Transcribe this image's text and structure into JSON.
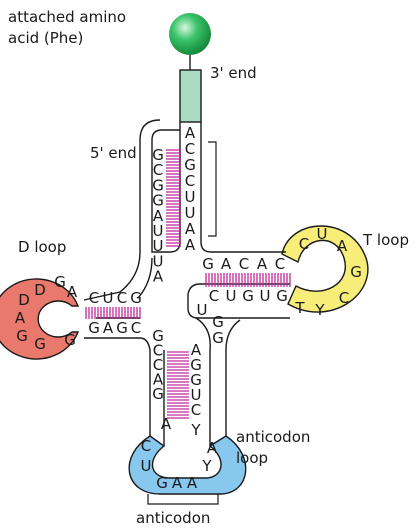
{
  "colors": {
    "amino_acid": "#3cc46a",
    "acceptor_stem": "#a8dcc0",
    "d_loop": "#e8796c",
    "t_loop": "#f7ee7a",
    "anticodon_loop": "#88c8ee",
    "hydrogen_bond": "#c0289a",
    "outline": "#1a1a1a"
  },
  "labels": {
    "amino_acid_line1": "attached amino",
    "amino_acid_line2": "acid (Phe)",
    "three_prime_end": "3' end",
    "five_prime_end": "5' end",
    "d_loop": "D loop",
    "t_loop": "T loop",
    "anticodon_loop_line1": "anticodon",
    "anticodon_loop_line2": "loop",
    "anticodon": "anticodon"
  },
  "bases": {
    "acceptor_3prime": [
      "A",
      "C",
      "G",
      "C",
      "U",
      "U",
      "A",
      "A"
    ],
    "acceptor_5prime": [
      "G",
      "C",
      "G",
      "G",
      "A",
      "U",
      "U",
      "U",
      "A"
    ],
    "d_stem_top": [
      "C",
      "U",
      "C",
      "G"
    ],
    "d_stem_bottom": [
      "G",
      "A",
      "G",
      "C"
    ],
    "d_loop": [
      "D",
      "G",
      "A",
      "D",
      "A",
      "G",
      "G",
      "G"
    ],
    "t_stem_top": [
      "G",
      "A",
      "C",
      "A",
      "C"
    ],
    "t_stem_bottom": [
      "C",
      "U",
      "G",
      "U",
      "G"
    ],
    "t_loop": [
      "C",
      "U",
      "A",
      "G",
      "C",
      "Y",
      "T"
    ],
    "variable_loop": [
      "U",
      "G",
      "G"
    ],
    "anticodon_stem_left": [
      "G",
      "C",
      "C",
      "A",
      "G"
    ],
    "anticodon_stem_right": [
      "A",
      "G",
      "G",
      "U",
      "C"
    ],
    "anticodon_loop": [
      "A",
      "C",
      "U",
      "G",
      "A",
      "A",
      "Y",
      "A",
      "Y"
    ]
  }
}
